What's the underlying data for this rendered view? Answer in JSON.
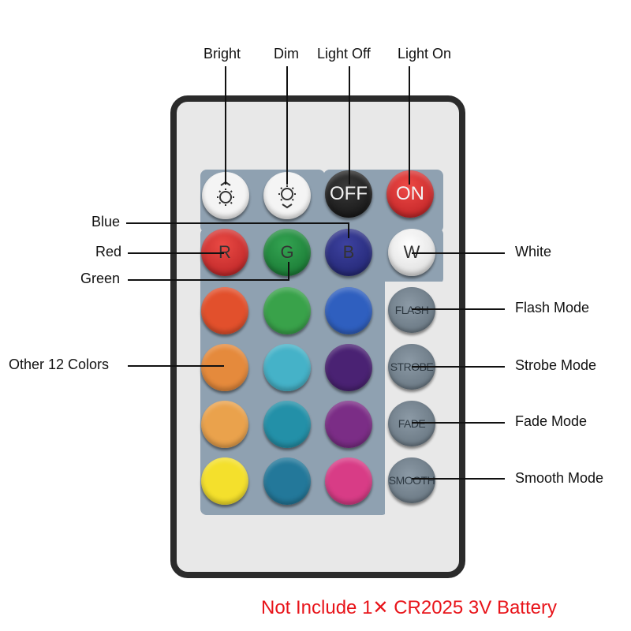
{
  "labels": {
    "bright": "Bright",
    "dim": "Dim",
    "light_off": "Light Off",
    "light_on": "Light On",
    "blue": "Blue",
    "red": "Red",
    "green": "Green",
    "white": "White",
    "other_colors": "Other 12 Colors",
    "flash_mode": "Flash Mode",
    "strobe_mode": "Strobe Mode",
    "fade_mode": "Fade Mode",
    "smooth_mode": "Smooth Mode"
  },
  "buttons": {
    "off": "OFF",
    "on": "ON",
    "r": "R",
    "g": "G",
    "b": "B",
    "w": "W",
    "flash": "FLASH",
    "strobe": "STROBE",
    "fade": "FADE",
    "smooth": "SMOOTH"
  },
  "colors": {
    "bright_btn": "#f4f4f4",
    "off_btn": "#1a1a1a",
    "on_btn": "#d9262a",
    "red_btn": "#d8282c",
    "green_btn": "#1e8a3c",
    "blue_btn": "#2b2f86",
    "white_btn": "#f5f5f5",
    "row1": [
      "#e2502c",
      "#39a24a",
      "#2f5fbf"
    ],
    "row2": [
      "#e58a3c",
      "#45b2c8",
      "#4a2273"
    ],
    "row3": [
      "#eaa24c",
      "#2390a8",
      "#7b2d86"
    ],
    "row4": [
      "#f4e02c",
      "#23789a",
      "#d83c86"
    ]
  },
  "footer": "Not Include 1✕ CR2025 3V Battery"
}
